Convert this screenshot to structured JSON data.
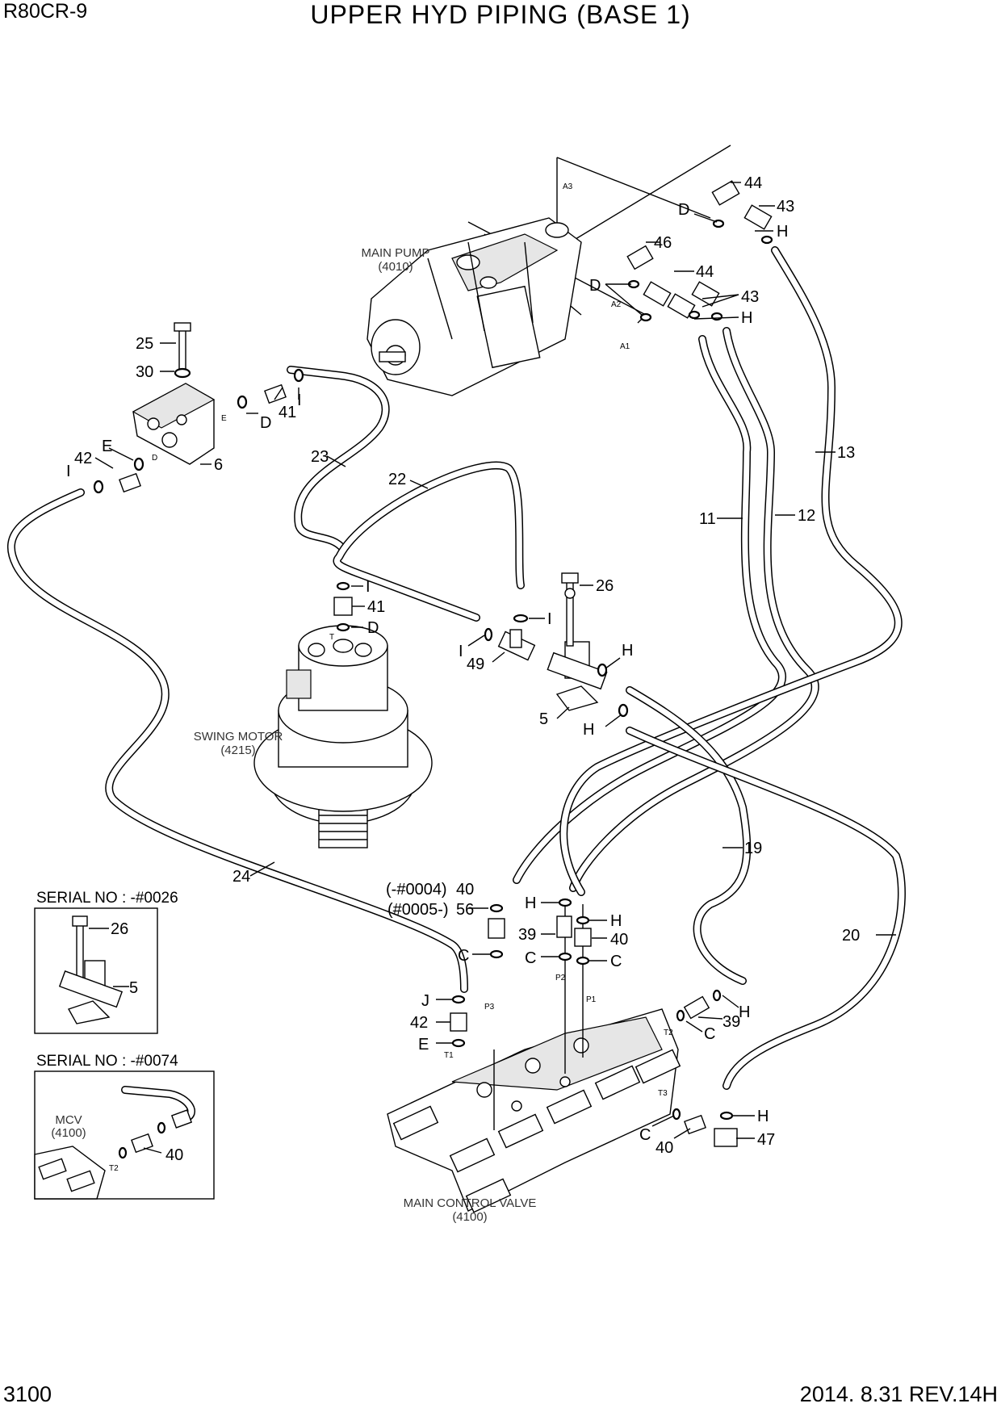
{
  "header": {
    "model": "R80CR-9",
    "title": "UPPER HYD PIPING (BASE 1)"
  },
  "footer": {
    "page_number": "3100",
    "revision": "2014. 8.31  REV.14H"
  },
  "components": {
    "main_pump": {
      "name": "MAIN PUMP",
      "code": "(4010)"
    },
    "swing_motor": {
      "name": "SWING MOTOR",
      "code": "(4215)"
    },
    "main_control_valve": {
      "name": "MAIN CONTROL VALVE",
      "code": "(4100)"
    }
  },
  "insets": {
    "inset1": {
      "title": "SERIAL NO : -#0026"
    },
    "inset2": {
      "title": "SERIAL NO : -#0074",
      "mcv_name": "MCV",
      "mcv_code": "(4100)"
    }
  },
  "callouts": {
    "c44a": "44",
    "c43a": "43",
    "cHa": "H",
    "cDa": "D",
    "c46": "46",
    "c44b": "44",
    "c43b": "43",
    "cHb": "H",
    "cDb": "D",
    "c25": "25",
    "c30": "30",
    "c41a": "41",
    "cDc": "D",
    "cIa": "I",
    "c6": "6",
    "c42a": "42",
    "cEa": "E",
    "cIb": "I",
    "c23": "23",
    "c22": "22",
    "c13": "13",
    "c11": "11",
    "c12": "12",
    "cIc": "I",
    "c41b": "41",
    "cDd": "D",
    "c26a": "26",
    "cId": "I",
    "cIe": "I",
    "c49": "49",
    "cHc": "H",
    "c5a": "5",
    "cHd": "H",
    "c24": "24",
    "c19": "19",
    "c20": "20",
    "c40a_serial": "(-#0004)",
    "c40a": "40",
    "c56_serial": "(#0005-)",
    "c56": "56",
    "cHe": "H",
    "cHf": "H",
    "c39a": "39",
    "c40b": "40",
    "cCa": "C",
    "cCb": "C",
    "cCc": "C",
    "cJ": "J",
    "c42b": "42",
    "cEb": "E",
    "cHg": "H",
    "c39b": "39",
    "cCd": "C",
    "cCe": "C",
    "c40c": "40",
    "cHh": "H",
    "c47": "47",
    "c26b": "26",
    "c5b": "5",
    "c40d": "40"
  },
  "ports": {
    "A1": "A1",
    "A2": "A2",
    "A3": "A3",
    "T": "T",
    "P1": "P1",
    "P2": "P2",
    "P3": "P3",
    "T1": "T1",
    "T2": "T2",
    "T3": "T3",
    "inset_T2": "T2",
    "blockE": "E",
    "blockD": "D"
  }
}
